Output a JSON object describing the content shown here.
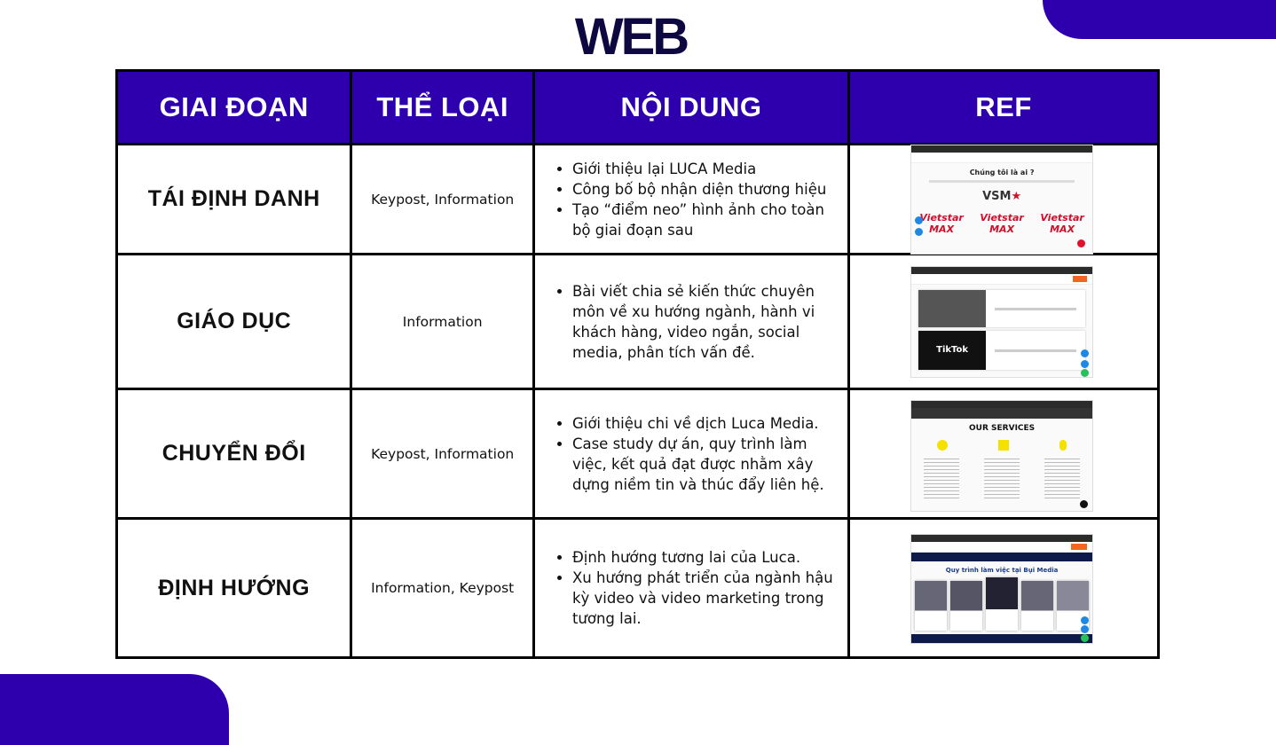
{
  "title": "WEB",
  "headers": [
    "GIAI ĐOẠN",
    "THỂ  LOẠI",
    "NỘI DUNG",
    "REF"
  ],
  "rows": [
    {
      "stage": "TÁI ĐỊNH DANH",
      "type": "Keypost, Information",
      "content": [
        "Giới thiệu lại LUCA Media",
        "Công bố bộ nhận diện thương hiệu",
        "Tạo “điểm neo” hình ảnh cho toàn bộ giai đoạn sau"
      ]
    },
    {
      "stage": "GIÁO DỤC",
      "type": "Information",
      "content": [
        "Bài viết chia sẻ kiến thức chuyên môn về xu hướng ngành, hành vi khách hàng, video ngắn, social media, phân tích vấn đề."
      ]
    },
    {
      "stage": "CHUYỂN ĐỔI",
      "type": "Keypost, Information",
      "content": [
        "Giới thiệu chi  về dịch Luca Media.",
        "Case study dự án, quy trình làm việc, kết quả đạt được nhằm xây dựng niềm tin và thúc đẩy liên hệ."
      ]
    },
    {
      "stage": "ĐỊNH HƯỚNG",
      "type": "Information, Keypost",
      "content": [
        "Định hướng tương lai của Luca.",
        "Xu hướng phát triển của ngành hậu kỳ video và video marketing trong tương lai."
      ]
    }
  ],
  "refs": {
    "r1": {
      "heading": "Chúng tôi là ai ?",
      "logo": "VSM",
      "brand": "Vietstar MAX"
    },
    "r2": {
      "badge": "TikTok"
    },
    "r3": {
      "heading": "OUR SERVICES"
    },
    "r4": {
      "heading": "Quy trình làm việc tại Bụi Media"
    }
  },
  "colors": {
    "accent": "#2e00ad",
    "title": "#0e0840"
  }
}
